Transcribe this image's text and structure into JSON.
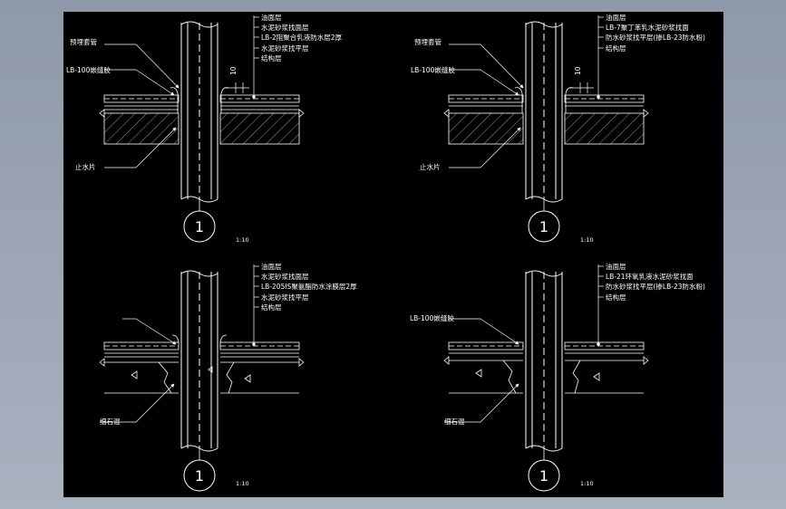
{
  "drawing": {
    "background": "#000000",
    "line_color": "#ffffff",
    "details": [
      {
        "id": "top-left",
        "callouts_right": [
          "油面层",
          "水泥砂浆找面层",
          "LB-2阻聚合乳液防水层2厚",
          "水泥砂浆找平层",
          "结构层"
        ],
        "callouts_left": [
          "预埋套管",
          "LB-100嵌缝胶",
          "止水片"
        ],
        "dimension": "10",
        "number": "1",
        "scale": "1:10"
      },
      {
        "id": "top-right",
        "callouts_right": [
          "油面层",
          "LB-7聚丁苯乳水泥砂浆找面",
          "防水砂浆找平层(掺LB-23防水粉)",
          "结构层"
        ],
        "callouts_left": [
          "预埋套管",
          "LB-100嵌缝胶",
          "止水片"
        ],
        "dimension": "10",
        "number": "1",
        "scale": "1:10"
      },
      {
        "id": "bottom-left",
        "callouts_right": [
          "油面层",
          "水泥砂浆找面层",
          "LB-205IS聚氨酯防水涂膜层2厚",
          "水泥砂浆找平层",
          "结构层"
        ],
        "callouts_left": [
          "细石混"
        ],
        "number": "1",
        "scale": "1:10"
      },
      {
        "id": "bottom-right",
        "callouts_right": [
          "油面层",
          "LB-21环氧乳液水泥砂浆找面",
          "防水砂浆找平层(掺LB-23防水粉)",
          "结构层"
        ],
        "callouts_left": [
          "LB-100嵌缝胶",
          "细石混"
        ],
        "number": "1",
        "scale": "1:10"
      }
    ]
  }
}
